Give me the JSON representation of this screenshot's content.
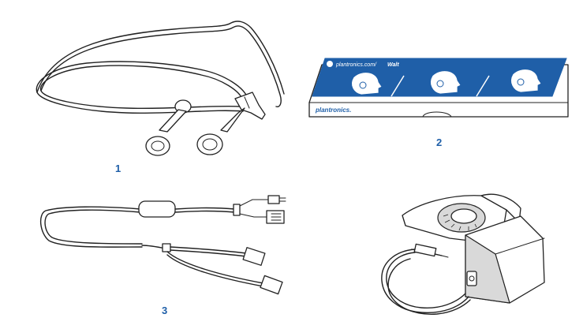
{
  "callouts": {
    "item_1": "1",
    "item_2": "2",
    "item_3": "3"
  },
  "package": {
    "url_text": "plantronics.com/",
    "url_bold": "Walt",
    "brand": "plantronics."
  },
  "colors": {
    "callout": "#1f5fa8",
    "package_blue": "#1f5fa8",
    "line": "#222222"
  },
  "icons": {
    "item_1": "headband-with-ear-loops-icon",
    "item_2": "headset-quick-start-package-icon",
    "item_3": "ehs-cable-icon",
    "item_4": "handset-lifter-icon"
  }
}
